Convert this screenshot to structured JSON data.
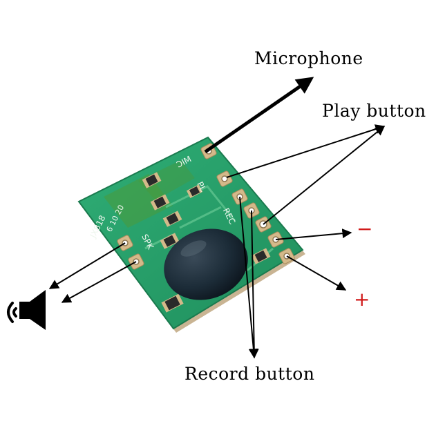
{
  "labels": {
    "microphone": "Microphone",
    "play_button": "Play button",
    "record_button": "Record button",
    "minus": "−",
    "plus": "+"
  },
  "board_silkscreen": {
    "mic": "MIC",
    "pl": "PL",
    "rec": "REC",
    "model": "JX818",
    "timings": "6 10 20",
    "spk": "SPK"
  },
  "colors": {
    "board": "#27a06a",
    "board_edge": "#1f8456",
    "pad_copper": "#d4b98a",
    "chip_blob": "#1c2c38",
    "sign_red": "#d11a1a",
    "arrow": "#000000"
  },
  "icons": {
    "speaker": "speaker-icon"
  }
}
